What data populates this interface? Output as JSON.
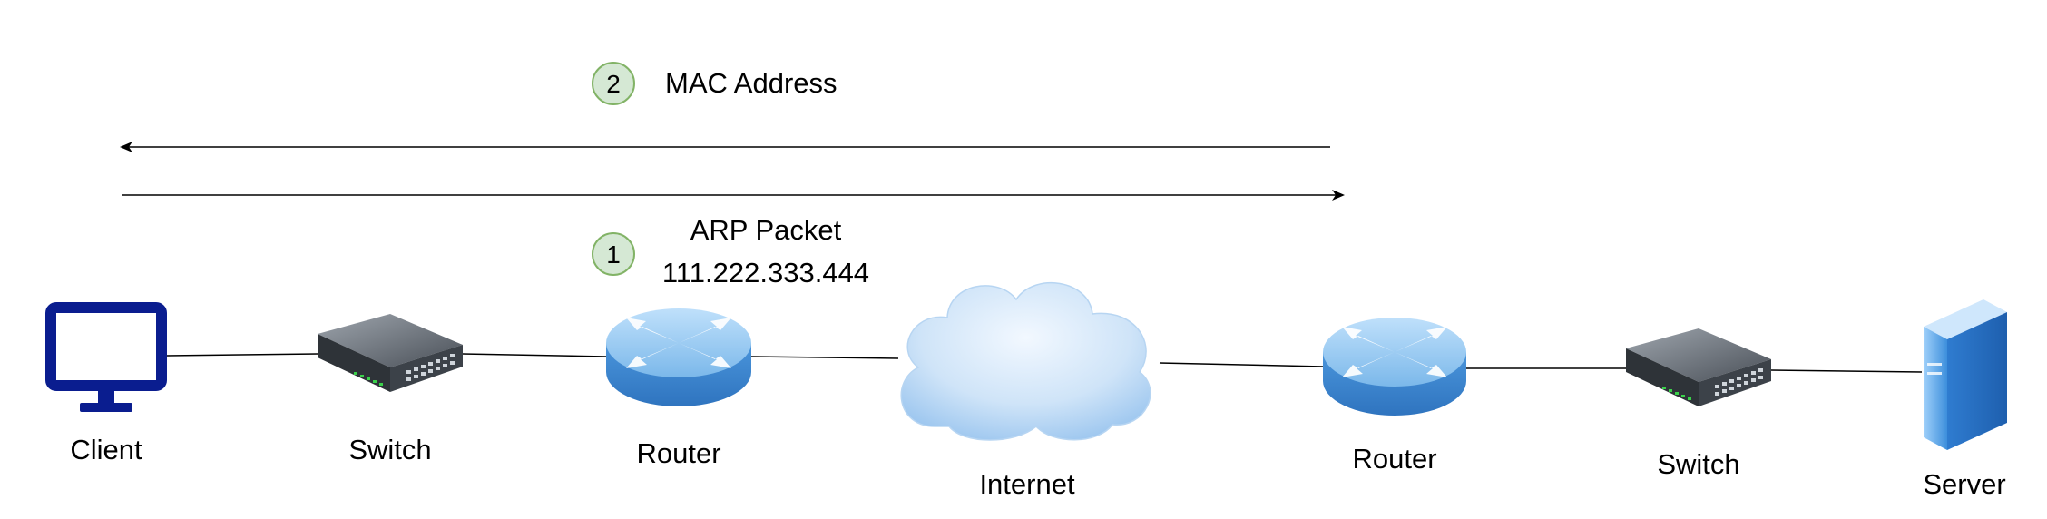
{
  "steps": [
    {
      "badge": "1",
      "label_line1": "ARP Packet",
      "label_line2": "111.222.333.444"
    },
    {
      "badge": "2",
      "label": "MAC Address"
    }
  ],
  "nodes": {
    "client": {
      "label": "Client",
      "icon": "monitor-icon"
    },
    "switch_left": {
      "label": "Switch",
      "icon": "network-switch-icon"
    },
    "router_left": {
      "label": "Router",
      "icon": "router-icon"
    },
    "internet": {
      "label": "Internet",
      "icon": "cloud-icon"
    },
    "router_right": {
      "label": "Router",
      "icon": "router-icon"
    },
    "switch_right": {
      "label": "Switch",
      "icon": "network-switch-icon"
    },
    "server": {
      "label": "Server",
      "icon": "server-tower-icon"
    }
  },
  "colors": {
    "monitor": "#0a1d8f",
    "badge_fill": "#d5e8d4",
    "badge_stroke": "#82b366",
    "router_blue": "#5aa3e0",
    "cloud_blue": "#a9cdf0",
    "switch_dark": "#3a3f46",
    "server_blue": "#3c8ddb"
  }
}
